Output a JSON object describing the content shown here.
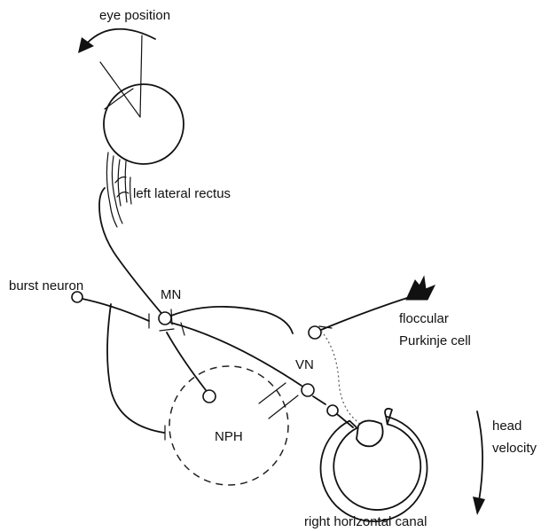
{
  "labels": {
    "eye_position": "eye position",
    "left_lateral_rectus": "left lateral rectus",
    "burst_neuron": "burst neuron",
    "mn": "MN",
    "floccular": "floccular",
    "purkinje_cell": "Purkinje cell",
    "vn": "VN",
    "nph": "NPH",
    "head": "head",
    "velocity": "velocity",
    "right_horizontal_canal": "right horizontal canal"
  },
  "icons": {
    "eye": "eye-icon",
    "head_velocity_arrow": "curved-arrow-icon"
  }
}
